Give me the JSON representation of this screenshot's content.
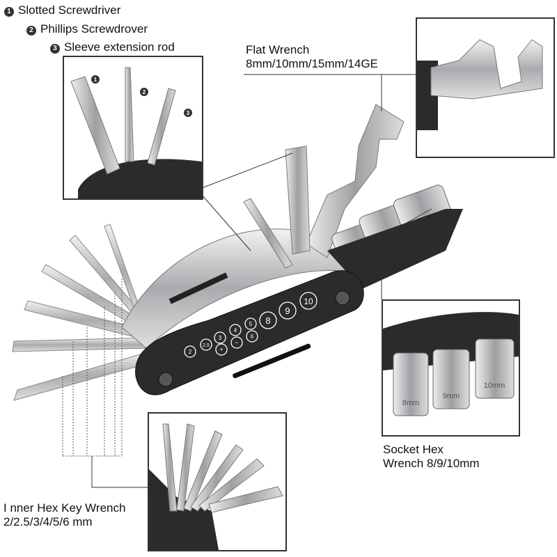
{
  "labels": {
    "slotted": {
      "num": "1",
      "text": "Slotted Screwdriver"
    },
    "phillips": {
      "num": "2",
      "text": "Phillips Screwdrover"
    },
    "sleeve": {
      "num": "3",
      "text": "Sleeve extension rod"
    },
    "flat_wrench": {
      "title": "Flat Wrench",
      "sizes": "8mm/10mm/15mm/14GE"
    },
    "socket": {
      "title": "Socket Hex",
      "sizes": "Wrench 8/9/10mm"
    },
    "hex_key": {
      "title": "I nner Hex Key Wrench",
      "sizes": "2/2.5/3/4/5/6 mm"
    }
  },
  "handle_markings": [
    "2",
    "2.5",
    "3",
    "4",
    "5",
    "6",
    "+",
    "−",
    "8",
    "9",
    "10"
  ],
  "inset_markers": [
    "1",
    "2",
    "3"
  ],
  "socket_markings": [
    "8mm",
    "9mm",
    "10mm"
  ],
  "colors": {
    "handle": "#2b2b2d",
    "chrome": "#c9cacc",
    "frame": "#333333"
  }
}
